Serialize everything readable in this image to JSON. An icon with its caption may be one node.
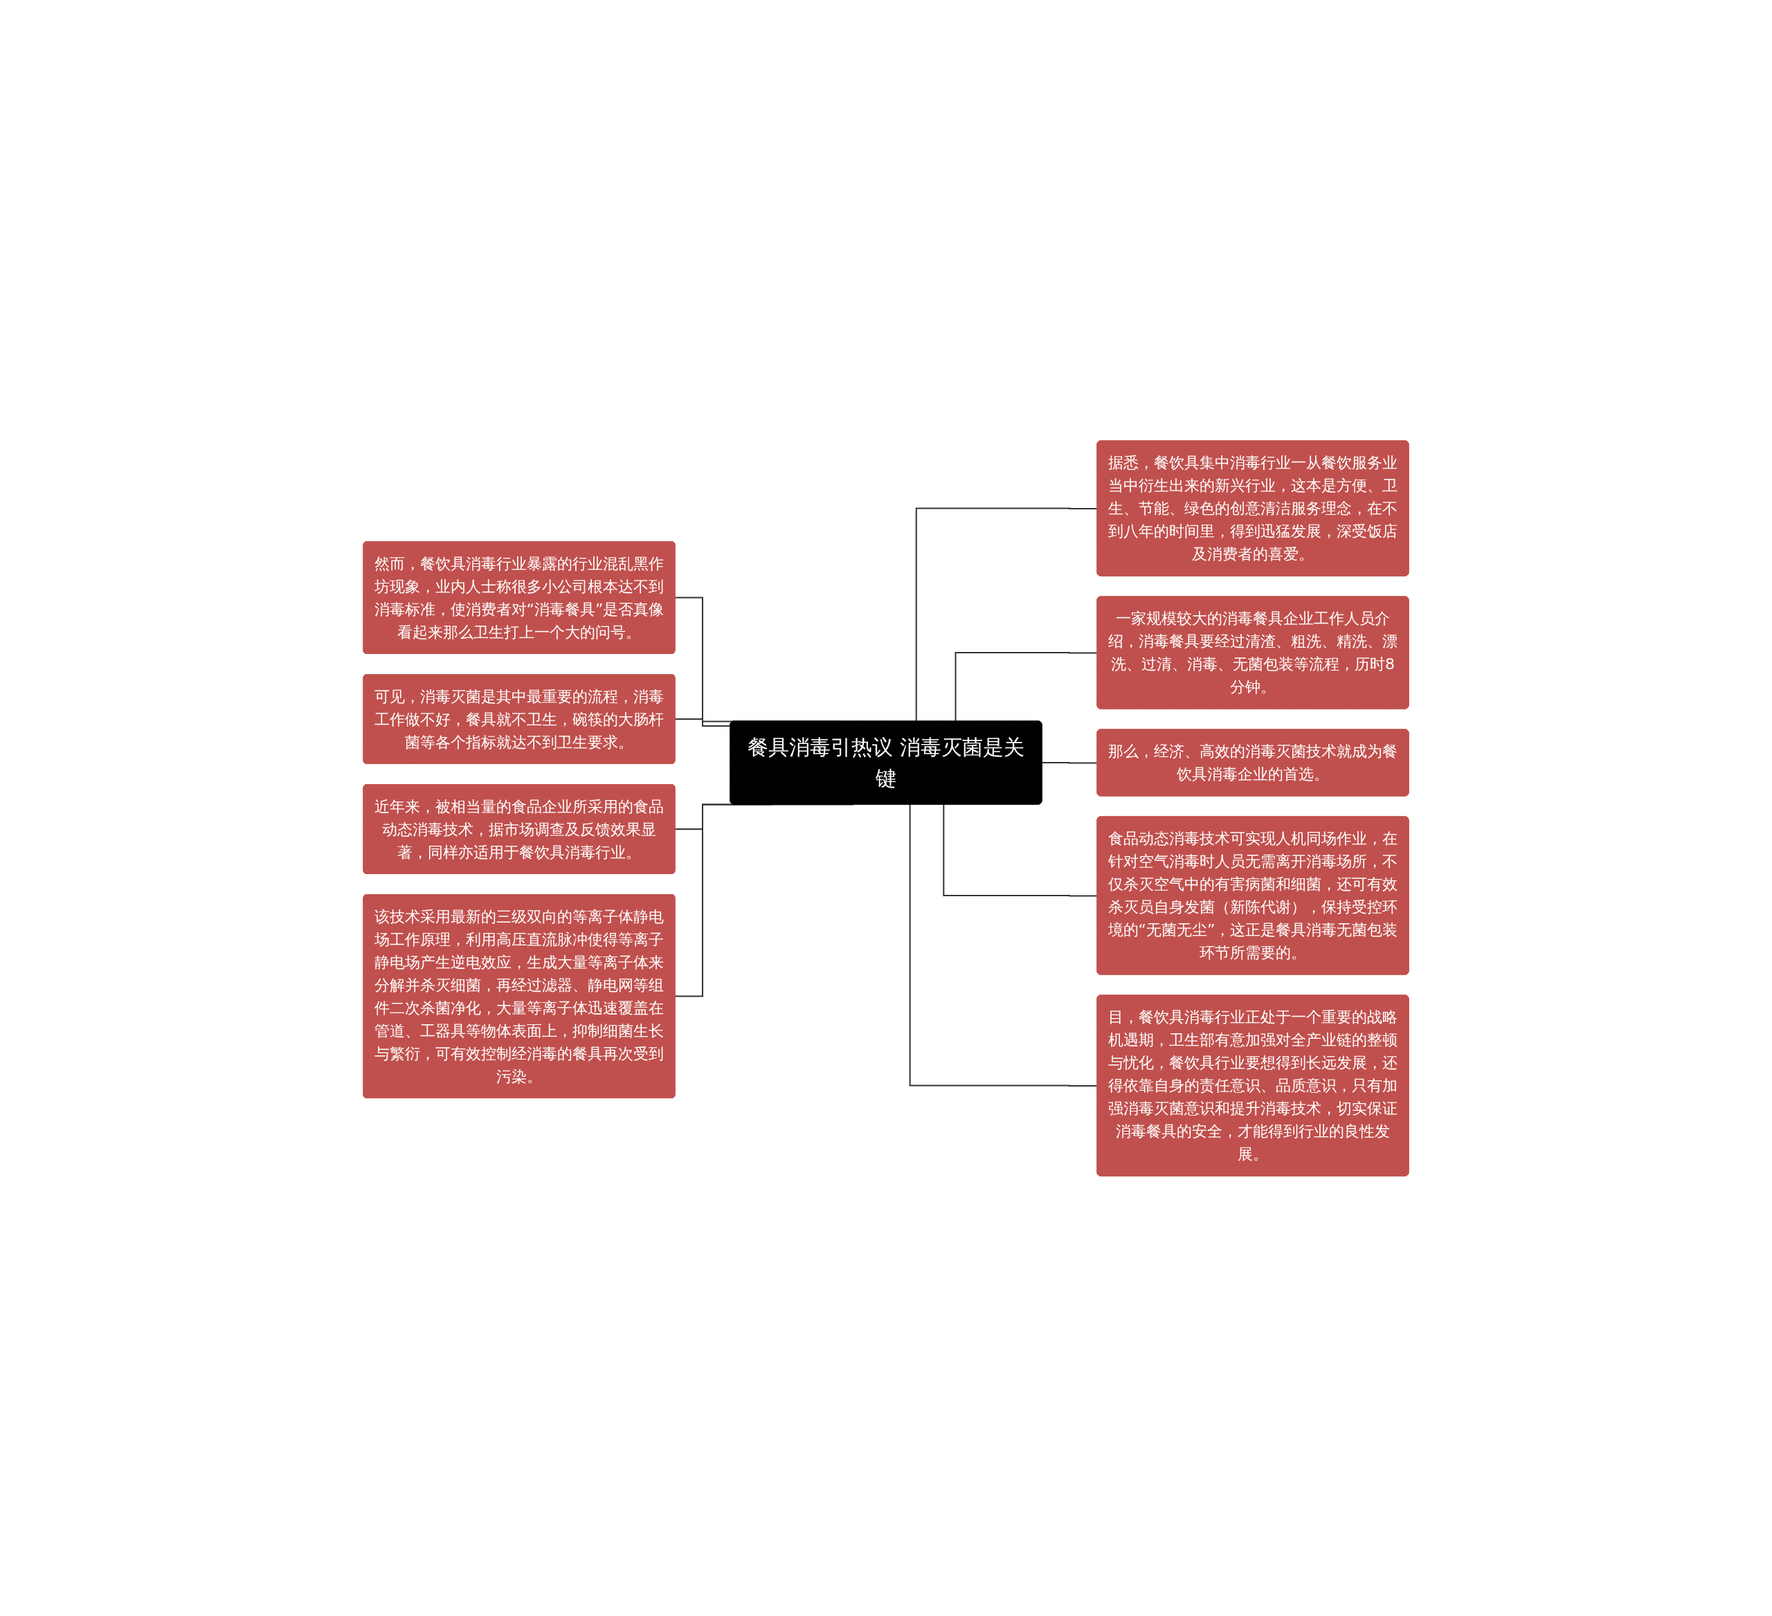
{
  "diagram": {
    "nodes": [
      {
        "text": [
          "餐具消毒引热议 消毒灭菌是关键"
        ]
      },
      {
        "text": [
          "然而，餐饮具消毒行业暴露的行业混乱黑作坊现象，业内人士称很多小公司根本达不到消毒标准，使消费者对“消毒餐具”是否真像看起来那么卫生打上一个大的问号。"
        ]
      },
      {
        "text": [
          "可见，消毒灭菌是其中最重要的流程，消毒工作做不好，餐具就不卫生，碗筷的大肠杆菌等各个指标就达不到卫生要求。"
        ]
      },
      {
        "text": [
          "近年来，被相当量的食品企业所采用的食品动态消毒技术，据市场调查及反馈效果显著，同样亦适用于餐饮具消毒行业。"
        ]
      },
      {
        "text": [
          "该技术采用最新的三级双向的等离子体静电场工作原理，利用高压直流脉冲使得等离子静电场产生逆电效应，生成大量等离子体来分解并杀灭细菌，再经过滤器、静电网等组件二次杀菌净化，大量等离子体迅速覆盖在管道、工器具等物体表面上，抑制细菌生长与繁衍，可有效控制经消毒的餐具再次受到污染。"
        ]
      },
      {
        "text": [
          "据悉，餐饮具集中消毒行业一从餐饮服务业当中衍生出来的新兴行业，这本是方便、卫生、节能、绿色的创意清洁服务理念，在不到八年的时间里，得到迅猛发展，深受饭店及消费者的喜爱。"
        ]
      },
      {
        "text": [
          "一家规模较大的消毒餐具企业工作人员介绍，消毒餐具要经过清渣、粗洗、精洗、漂洗、过清、消毒、无菌包装等流程，历时8分钟。"
        ]
      },
      {
        "text": [
          "那么，经济、高效的消毒灭菌技术就成为餐饮具消毒企业的首选。"
        ]
      },
      {
        "text": [
          "食品动态消毒技术可实现人机同场作业，在针对空气消毒时人员无需离开消毒场所，不仅杀灭空气中的有害病菌和细菌，还可有效杀灭员自身发菌（新陈代谢），保持受控环境的“无菌无尘”，这正是餐具消毒无菌包装环节所需要的。"
        ]
      },
      {
        "text": [
          "目，餐饮具消毒行业正处于一个重要的战略机遇期，卫生部有意加强对全产业链的整顿与忧化，餐饮具行业要想得到长远发展，还得依靠自身的责任意识、品质意识，只有加强消毒灭菌意识和提升消毒技术，切实保证消毒餐具的安全，才能得到行业的良性发展。"
        ]
      }
    ],
    "edges": [
      {
        "from": 1,
        "to": 0,
        "arrow": "none"
      },
      {
        "from": 2,
        "to": 0,
        "arrow": "none"
      },
      {
        "from": 3,
        "to": 0,
        "arrow": "none"
      },
      {
        "from": 4,
        "to": 0,
        "arrow": "none"
      },
      {
        "from": 0,
        "to": 5,
        "arrow": "none"
      },
      {
        "from": 0,
        "to": 6,
        "arrow": "none"
      },
      {
        "from": 0,
        "to": 7,
        "arrow": "none"
      },
      {
        "from": 0,
        "to": 8,
        "arrow": "none"
      },
      {
        "from": 0,
        "to": 9,
        "arrow": "none"
      }
    ]
  }
}
